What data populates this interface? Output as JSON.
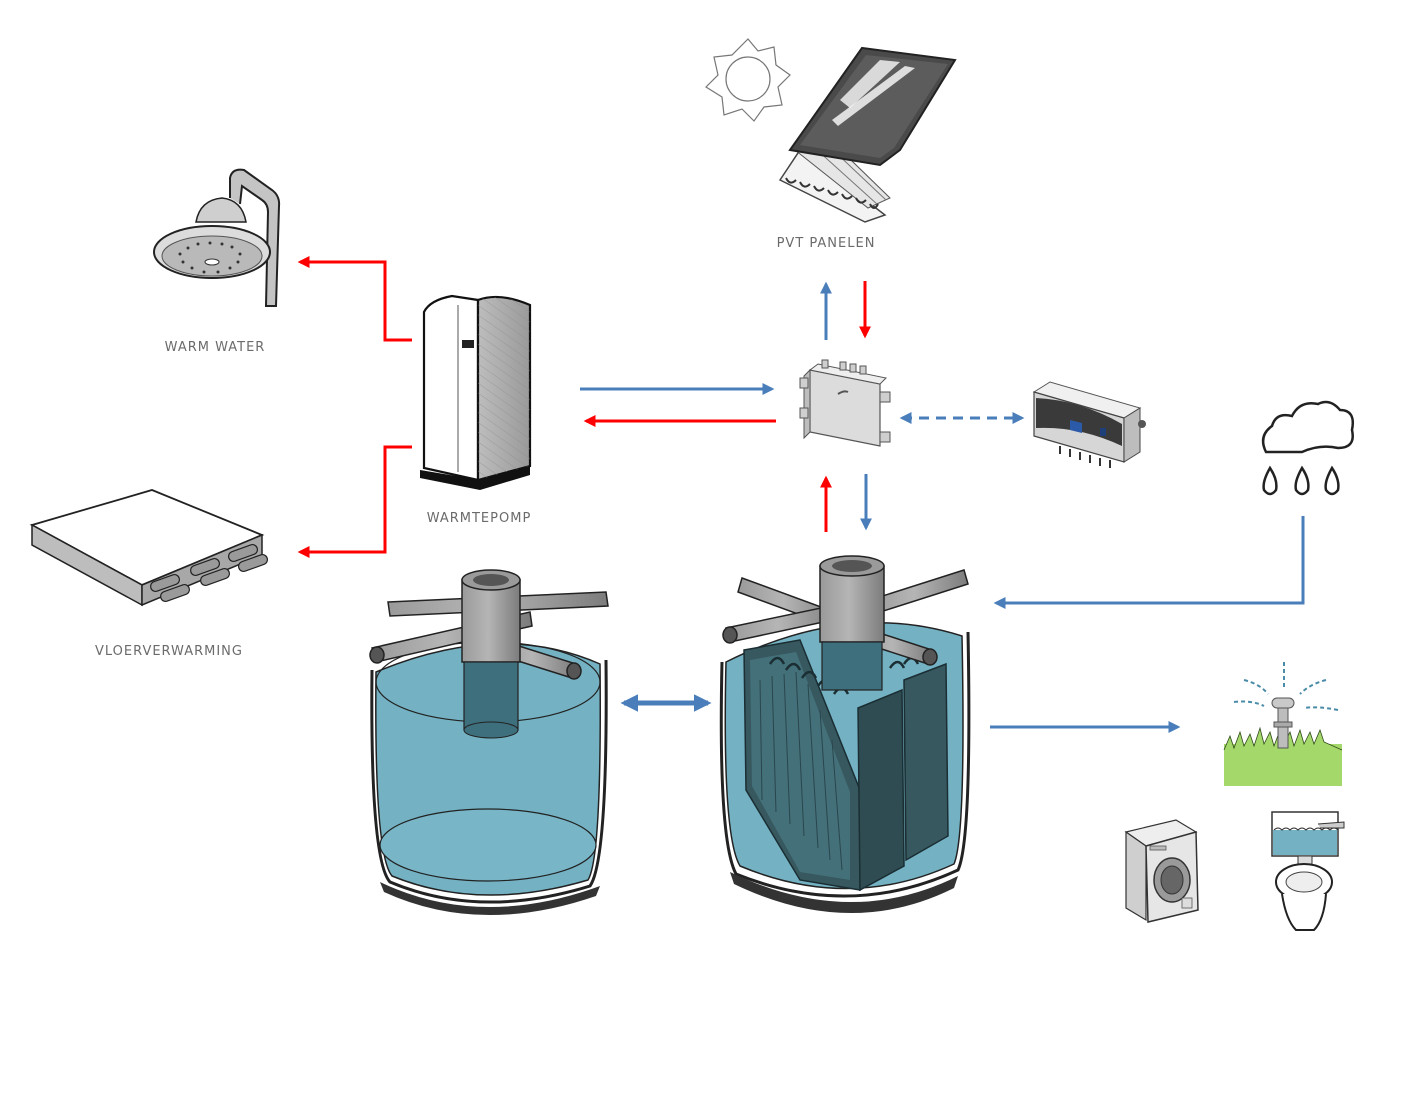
{
  "diagram": {
    "title": "",
    "colors": {
      "hot_flow": "#ff0000",
      "cold_flow": "#4a7ebb",
      "water": "#74b2c3",
      "water_dark": "#3e6f7d",
      "heat_exchanger": "#37585f",
      "pipe": "#8c8c8c",
      "grass": "#a5d86a",
      "label_text": "#6b6b6b"
    },
    "nodes": [
      {
        "id": "pvt",
        "label": "PVT PANELEN",
        "icon": "solar-panel-icon"
      },
      {
        "id": "sun",
        "label": "",
        "icon": "sun-icon"
      },
      {
        "id": "shower",
        "label": "WARM WATER",
        "icon": "shower-icon"
      },
      {
        "id": "floor",
        "label": "VLOERVERWARMING",
        "icon": "floor-heating-manifold-icon"
      },
      {
        "id": "heatpump",
        "label": "WARMTEPOMP",
        "icon": "heat-pump-icon"
      },
      {
        "id": "junction",
        "label": "",
        "icon": "junction-box-icon"
      },
      {
        "id": "controller",
        "label": "",
        "icon": "controller-icon"
      },
      {
        "id": "rain",
        "label": "",
        "icon": "rain-cloud-icon"
      },
      {
        "id": "buffer_tank",
        "label": "",
        "icon": "water-tank-icon"
      },
      {
        "id": "exchanger_tank",
        "label": "",
        "icon": "heat-exchanger-tank-icon"
      },
      {
        "id": "sprinkler",
        "label": "",
        "icon": "sprinkler-icon"
      },
      {
        "id": "washing_machine",
        "label": "",
        "icon": "washing-machine-icon"
      },
      {
        "id": "toilet",
        "label": "",
        "icon": "toilet-icon"
      }
    ],
    "edges": [
      {
        "from": "heatpump",
        "to": "shower",
        "type": "hot"
      },
      {
        "from": "heatpump",
        "to": "floor",
        "type": "hot"
      },
      {
        "from": "heatpump",
        "to": "junction",
        "type": "cold"
      },
      {
        "from": "junction",
        "to": "heatpump",
        "type": "hot"
      },
      {
        "from": "junction",
        "to": "pvt",
        "type": "cold"
      },
      {
        "from": "pvt",
        "to": "junction",
        "type": "hot"
      },
      {
        "from": "junction",
        "to": "controller",
        "type": "signal-bidirectional-dashed"
      },
      {
        "from": "exchanger_tank",
        "to": "junction",
        "type": "hot"
      },
      {
        "from": "junction",
        "to": "exchanger_tank",
        "type": "cold"
      },
      {
        "from": "rain",
        "to": "exchanger_tank",
        "type": "cold"
      },
      {
        "from": "buffer_tank",
        "to": "exchanger_tank",
        "type": "cold-bidirectional"
      },
      {
        "from": "exchanger_tank",
        "to": "sprinkler",
        "type": "cold"
      }
    ]
  }
}
